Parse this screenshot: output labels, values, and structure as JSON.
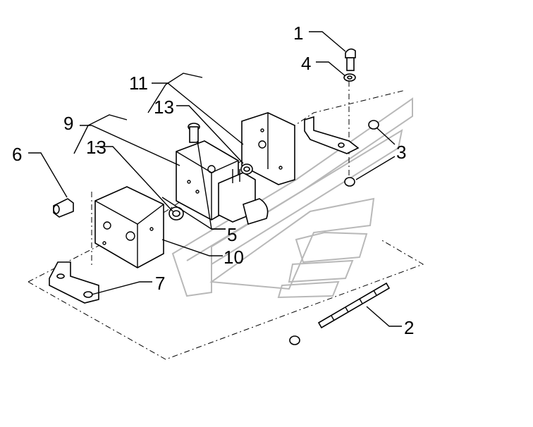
{
  "callouts": [
    {
      "id": "c1",
      "text": "1"
    },
    {
      "id": "c4",
      "text": "4"
    },
    {
      "id": "c11",
      "text": "11"
    },
    {
      "id": "c13a",
      "text": "13"
    },
    {
      "id": "c9",
      "text": "9"
    },
    {
      "id": "c13b",
      "text": "13"
    },
    {
      "id": "c6",
      "text": "6"
    },
    {
      "id": "c3",
      "text": "3"
    },
    {
      "id": "c5",
      "text": "5"
    },
    {
      "id": "c10",
      "text": "10"
    },
    {
      "id": "c7",
      "text": "7"
    },
    {
      "id": "c2",
      "text": "2"
    }
  ],
  "colors": {
    "line": "#000000",
    "watermark": "#b8b8b8",
    "background": "#ffffff"
  }
}
